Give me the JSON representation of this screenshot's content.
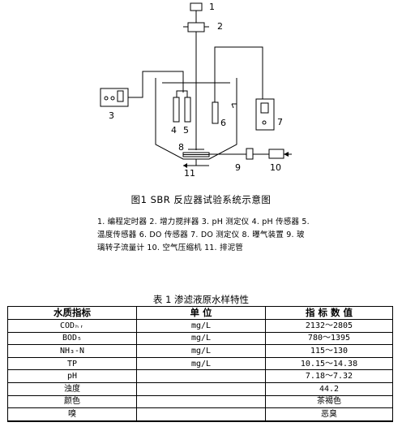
{
  "diagram": {
    "labels": [
      "1",
      "2",
      "3",
      "4",
      "5",
      "6",
      "7",
      "8",
      "9",
      "10",
      "11"
    ],
    "caption": "图1   SBR 反应器试验系统示意图",
    "legend": "1. 编程定时器  2. 增力搅拌器  3. pH 测定仪  4. pH 传感器  5. 温度传感器  6. DO 传感器  7. DO 测定仪  8. 曝气装置  9. 玻璃转子流量计   10. 空气压缩机   11. 排泥管"
  },
  "table": {
    "caption": "表 1   渗滤液原水样特性",
    "headers": [
      "水质指标",
      "单 位",
      "指 标 数 值"
    ],
    "rows": [
      [
        "CODₕᵣ",
        "mg/L",
        "2132～2805"
      ],
      [
        "BOD₅",
        "mg/L",
        "780～1395"
      ],
      [
        "NH₃-N",
        "mg/L",
        "115～130"
      ],
      [
        "TP",
        "mg/L",
        "10.15～14.38"
      ],
      [
        "pH",
        "",
        "7.18～7.32"
      ],
      [
        "浊度",
        "",
        "44.2"
      ],
      [
        "颜色",
        "",
        "茶褐色"
      ],
      [
        "嗅",
        "",
        "恶臭"
      ]
    ]
  }
}
